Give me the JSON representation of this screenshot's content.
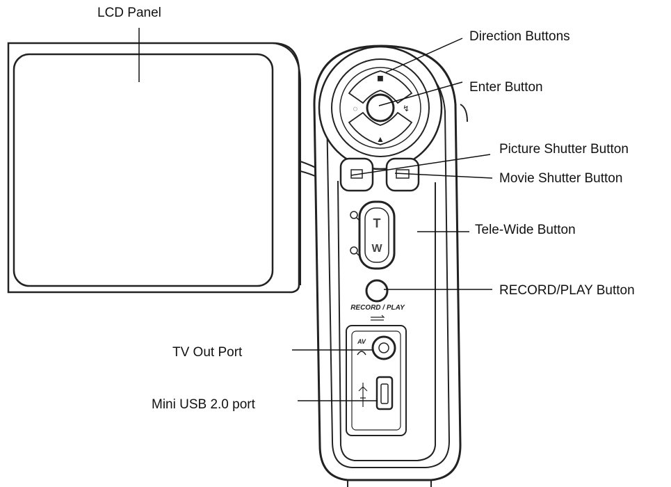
{
  "labels": {
    "lcd_panel": "LCD Panel",
    "direction_buttons": "Direction Buttons",
    "enter_button": "Enter Button",
    "picture_shutter": "Picture Shutter Button",
    "movie_shutter": "Movie Shutter Button",
    "tele_wide": "Tele-Wide Button",
    "record_play": "RECORD/PLAY Button",
    "tv_out": "TV Out Port",
    "mini_usb": "Mini USB 2.0 port"
  },
  "device_text": {
    "record_play_small": "RECORD / PLAY",
    "tele": "T",
    "wide": "W",
    "av": "AV"
  }
}
